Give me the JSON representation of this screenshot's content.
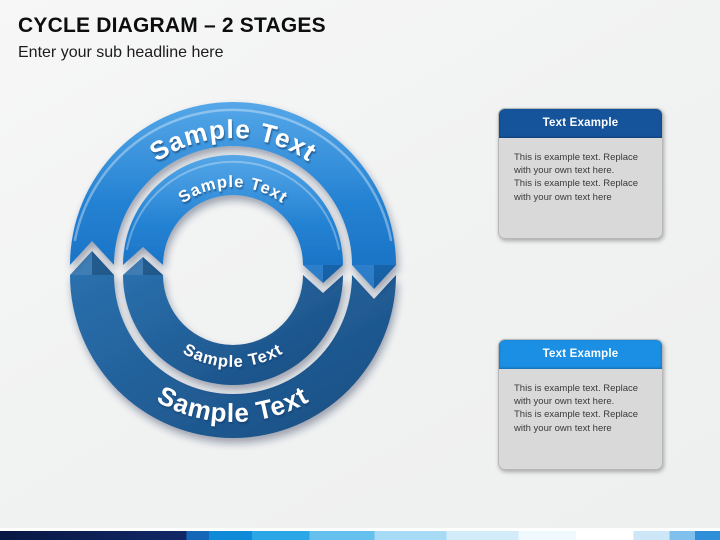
{
  "slide": {
    "title": "CYCLE DIAGRAM – 2 STAGES",
    "subtitle": "Enter your sub headline here",
    "background_color": "#f1f2f2"
  },
  "diagram": {
    "stage_count": 2,
    "outer_ring": {
      "top_label": "Sample Text",
      "bottom_label": "Sample Text"
    },
    "inner_ring": {
      "top_label": "Sample Text",
      "bottom_label": "Sample Text"
    },
    "colors": {
      "top_light": "#55a7e8",
      "top_dark": "#1a6fc2",
      "bottom_light": "#2b72b0",
      "bottom_dark": "#194c80"
    }
  },
  "callouts": [
    {
      "header": "Text Example",
      "header_bg": "#15549b",
      "body": "This is example text. Replace\nwith your own text here.\nThis is example text. Replace\nwith your own text here"
    },
    {
      "header": "Text Example",
      "header_bg": "#1a8fe4",
      "body": "This is example text. Replace\nwith your own text here.\nThis is example text. Replace\nwith your own text here"
    }
  ],
  "footer": {
    "colors": [
      "#081843",
      "#122767",
      "#1566b6",
      "#0e8ad8",
      "#2ba7e8",
      "#66c0ee",
      "#a6daf5",
      "#d3ecfa",
      "#ffffff",
      "#7fc0ec",
      "#2e8fd8"
    ]
  }
}
